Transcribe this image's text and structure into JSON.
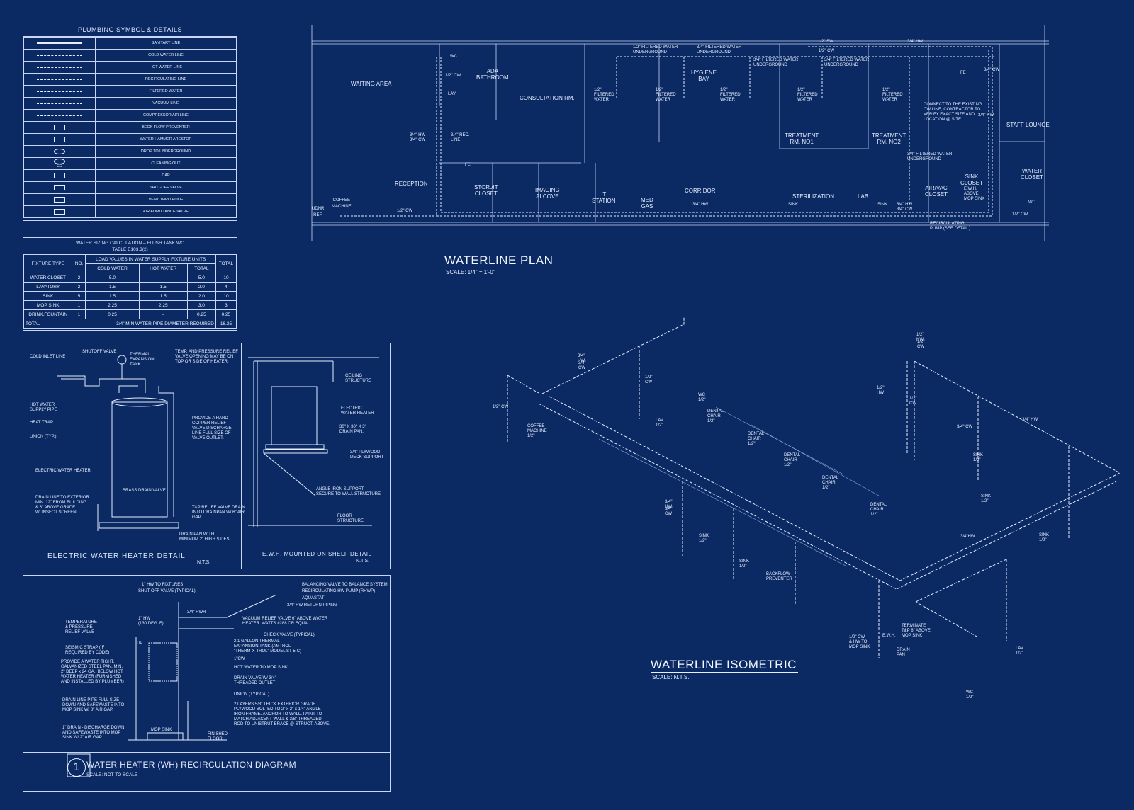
{
  "legend": {
    "title": "PLUMBING SYMBOL & DETAILS",
    "items": [
      "SANITARY LINE",
      "COLD WATER LINE",
      "HOT WATER LINE",
      "RECIRCULATING LINE",
      "FILTERED WATER",
      "VACUUM LINE",
      "COMPRESSOR AIR LINE",
      "BECK FLOW PREVENTER",
      "WATER HAMMER ARESTOR",
      "DROP TO UNDERGROUND",
      "CLEANING OUT",
      "CAP",
      "SHUT-OFF VALVE",
      "VENT THRU ROOF",
      "AIR ADMITTANCE VALVE"
    ],
    "co_tag": "CO"
  },
  "sizing": {
    "title": "WATER SIZING CALCULATION – FLUSH TANK WC",
    "subtitle": "TABLE E103.3(2)",
    "headers": {
      "fixture": "FIXTURE TYPE",
      "no": "NO.",
      "load": "LOAD VALUES IN WATER SUPPLY FIXTURE UNITS",
      "cold": "COLD WATER",
      "hot": "HOT WATER",
      "total": "TOTAL",
      "total2": "TOTAL"
    },
    "rows": [
      [
        "WATER CLOSET",
        "2",
        "5.0",
        "–",
        "5.0",
        "10"
      ],
      [
        "LAVATORY",
        "2",
        "1.5",
        "1.5",
        "2.0",
        "4"
      ],
      [
        "SINK",
        "5",
        "1.5",
        "1.5",
        "2.0",
        "10"
      ],
      [
        "MOP SINK",
        "1",
        "2.25",
        "2.25",
        "3.0",
        "3"
      ],
      [
        "DRINK.FOUNTAIN",
        "1",
        "0.25",
        "–",
        "0.25",
        "0.25"
      ]
    ],
    "footer": {
      "label": "TOTAL",
      "note": "3/4\" MIN WATER PIPE DIAMETER REQUIRED",
      "value": "16.25"
    }
  },
  "ewh_detail": {
    "title": "ELECTRIC WATER HEATER DETAIL",
    "scale": "N.T.S.",
    "notes": {
      "cold_inlet": "COLD INLET LINE",
      "shutoff": "SHUTOFF VALVE",
      "thermal": "THERMAL\nEXPANSION\nTANK",
      "tp_valve": "TEMP. AND PRESSURE RELIEF\nVALVE OPENING MAY BE ON\nTOP OR SIDE OF HEATER.",
      "hot_supply": "HOT WATER\nSUPPLY PIPE",
      "heat_trap": "HEAT TRAP",
      "union": "UNION (TYP.)",
      "copper": "PROVIDE A HARD\nCOPPER RELIEF\nVALVE DISCHARGE\nLINE FULL SIZE OF\nVALVE OUTLET.",
      "heater": "ELECTRIC WATER HEATER",
      "brass": "BRASS DRAIN VALVE",
      "drain_line": "DRAIN LINE TO EXTERIOR\nMIN. 12\" FROM BUILDING\n& 6\" ABOVE GRADE\nW/ INSECT SCREEN.",
      "tp_drain": "T&P RELIEF VALVE DRAIN\nINTO DRAINPAN W/ 6\" AIR\nGAP",
      "drain_pan": "DRAIN PAN WITH\nMINIMUM 2\" HIGH SIDES"
    }
  },
  "shelf_detail": {
    "title": "E.W.H. MOUNTED ON SHELF DETAIL",
    "scale": "N.T.S.",
    "notes": {
      "ceiling": "CEILING\nSTRUCTURE",
      "heater": "ELECTRIC\nWATER HEATER",
      "pan": "30\" X 30\" X 3\"\nDRAIN PAN.",
      "plywood": "3/4\" PLYWOOD\nDECK SUPPORT",
      "angle": "ANGLE IRON SUPPORT\nSECURE TO WALL STRUCTURE",
      "floor": "FLOOR\nSTRUCTURE"
    }
  },
  "recirc": {
    "number": "1",
    "title": "WATER HEATER (WH) RECIRCULATION DIAGRAM",
    "scale": "SCALE: NOT TO SCALE",
    "notes_left": [
      "TEMPERATURE\n& PRESSURE\nRELIEF VALVE",
      "SEISMIC STRAP (IF\nREQUIRED BY CODE)",
      "PROVIDE A WATER TIGHT,\nGALVANIZED STEEL PAN, MIN.\n2\" DEEP x 24 GA., BELOW HOT\nWATER HEATER (FURNISHED\nAND INSTALLED BY PLUMBER)",
      "DRAIN LINE PIPE FULL SIZE\nDOWN AND SAFEWASTE INTO\nMOP SINK W/ 8\" AIR GAP.",
      "1\" DRAIN - DISCHARGE DOWN\nAND SAFEWASTE INTO MOP\nSINK W/ 2\" AIR GAP."
    ],
    "notes_top": [
      "1\" HW TO FIXTURES",
      "SHUT-OFF VALVE (TYPICAL)",
      "1\" HW\n(130 DEG. F)",
      "3/4\" HWR",
      "T/P"
    ],
    "notes_right": [
      "BALANCING VALVE TO BALANCE SYSTEM",
      "RECIRCULATING HW PUMP (RHWP)",
      "AQUASTAT",
      "3/4\" HW RETURN PIPING",
      "VACUUM RELIEF VALVE 6\" ABOVE WATER\nHEATER. WATTS #288 OR EQUAL",
      "CHECK VALVE (TYPICAL)",
      "2.1 GALLON THERMAL\nEXPANSION TANK (AMTROL\n\"THERM-X-TROL\" MODEL ST-5-C)",
      "1\"CW",
      "HOT WATER TO MOP SINK",
      "DRAIN VALVE W/ 3/4\"\nTHREADED OUTLET",
      "UNION (TYPICAL)",
      "2 LAYERS 5/8\" THICK EXTERIOR GRADE\nPLYWOOD BOLTED TO 2\" x 2\" x 1/4\" ANGLE\nIRON FRAME. ANCHOR TO WALL. PAINT TO\nMATCH ADJACENT WALL & 3/8\" THREADED\nROD TO UNISTRUT BRACE @ STRUCT. ABOVE."
    ],
    "mop_sink": "MOP SINK",
    "floor": "FINISHED\nFLOOR"
  },
  "plan": {
    "title": "WATERLINE PLAN",
    "scale": "SCALE: 1/4\" = 1'-0\"",
    "rooms": [
      "WAITING AREA",
      "ADA\nBATHROOM",
      "CONSULTATION RM.",
      "HYGIENE\nBAY",
      "TREATMENT\nRM. NO1",
      "TREATMENT\nRM. NO2",
      "STAFF LOUNGE",
      "WATER\nCLOSET",
      "RECEPTION",
      "STOR./IT\nCLOSET",
      "IMAGING\nALCOVE",
      "IT\nSTATION",
      "MED\nGAS",
      "CORRIDOR",
      "STERILIZATION",
      "LAB",
      "AIR/VAC\nCLOSET",
      "SINK\nCLOSET",
      "UDNR\nREF.",
      "COFFEE\nMACHINE"
    ],
    "notes": [
      "1/2\" FILTERED WATER\nUNDERGROUND",
      "3/4\" FILTERED WATER\nUNDERGROUND",
      "3/4\" FILTERED WATER\nUNDERGROUND",
      "3/4\" FILTERED WATER\nUNDERGROUND",
      "1/2\"\nFILTERED\nWATER",
      "1/2\"\nFILTERED\nWATER",
      "1/2\"\nFILTERED\nWATER",
      "1/2\"\nFILTERED\nWATER",
      "1/2\"\nFILTERED\nWATER",
      "CONNECT TO THE EXISTING\nCW LINE, CONTRACTOR TO\nVERIFY EXACT SIZE AND\nLOCATION @ SITE.",
      "3/4\" HW\n3/4\" CW",
      "3/4\" REC.\nLINE",
      "1/2\" CW",
      "3/4\" HW",
      "3/4\" HW\n3/4\" CW",
      "RECIRCULATING\nPUMP (SEE DETAIL)",
      "3/4\" FILTERED WATER\nUNDERGROUND",
      "E.W.H.\nABOVE\nMOP SINK",
      "WC",
      "LAV",
      "1/2\" CW",
      "FE",
      "FE",
      "SINK",
      "SINK",
      "1/2\" SW",
      "3/4\" HW",
      "1/2\" CW",
      "3/4\" CW",
      "3/4\" HW",
      "1/2\" CW",
      "WC"
    ]
  },
  "iso": {
    "title": "WATERLINE ISOMETRIC",
    "scale": "SCALE: N.T.S.",
    "labels": [
      "1/2\"\nHW",
      "1/2\"\nCW",
      "3/4\"\nHW",
      "3/4\"\nCW",
      "1/2\" CW",
      "1/2\"\nCW",
      "WC\n1/2\"",
      "LAV\n1/2\"",
      "DENTAL\nCHAIR\n1/2\"",
      "DENTAL\nCHAIR\n1/2\"",
      "DENTAL\nCHAIR\n1/2\"",
      "DENTAL\nCHAIR\n1/2\"",
      "DENTAL\nCHAIR\n1/2\"",
      "SINK\n1/2\"",
      "SINK\n1/2\"",
      "SINK\n1/2\"",
      "SINK\n1/2\"",
      "SINK\n1/2\"",
      "COFFEE\nMACHINE\n1/2\"",
      "BACKFLOW\nPREVENTER",
      "1/2\" CW\n& HW TO\nMOP SINK",
      "TERMINATE\nT&P 6\" ABOVE\nMOP SINK",
      "DRAIN\nPAN",
      "E.W.H.",
      "LAV\n1/2\"",
      "WC\n1/2\"",
      "3/4\"\nHW",
      "3/4\"\nCW",
      "1/2\"\nHW",
      "1/2\"\nCW",
      "3/4\" HW",
      "3/4\" CW",
      "3/4\"HW"
    ]
  }
}
